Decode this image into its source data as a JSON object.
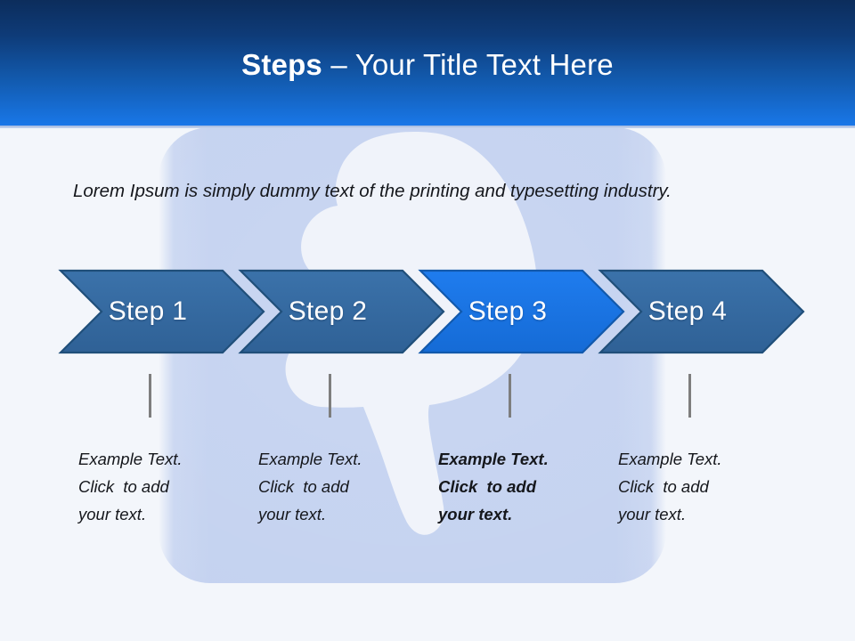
{
  "slide": {
    "background_color": "#f3f6fb",
    "header": {
      "title_bold": "Steps",
      "title_rest": " – Your Title Text Here",
      "gradient_top": "#0c2d5c",
      "gradient_bottom": "#1a77e8",
      "text_color": "#ffffff"
    },
    "decor": {
      "panel_color": "#c4d2f0",
      "shape_name": "thumbs-down-silhouette",
      "shape_color": "#f0f3fa"
    },
    "lead_paragraph": "Lorem Ipsum is simply dummy text of the printing and typesetting industry.",
    "steps": [
      {
        "label": "Step 1",
        "active": false,
        "fill": "#33699f",
        "edge": "#1f4e79",
        "caption_lines": [
          "Example Text.",
          "Click  to add",
          "your text."
        ]
      },
      {
        "label": "Step 2",
        "active": false,
        "fill": "#33699f",
        "edge": "#1f4e79",
        "caption_lines": [
          "Example Text.",
          "Click  to add",
          "your text."
        ]
      },
      {
        "label": "Step 3",
        "active": true,
        "fill": "#1874e2",
        "edge": "#1259ac",
        "caption_lines": [
          "Example Text.",
          "Click  to add",
          "your text."
        ]
      },
      {
        "label": "Step 4",
        "active": false,
        "fill": "#33699f",
        "edge": "#1f4e79",
        "caption_lines": [
          "Example Text.",
          "Click  to add",
          "your text."
        ]
      }
    ],
    "tick_color": "#7e7e7e",
    "body_text_color": "#15171c"
  }
}
